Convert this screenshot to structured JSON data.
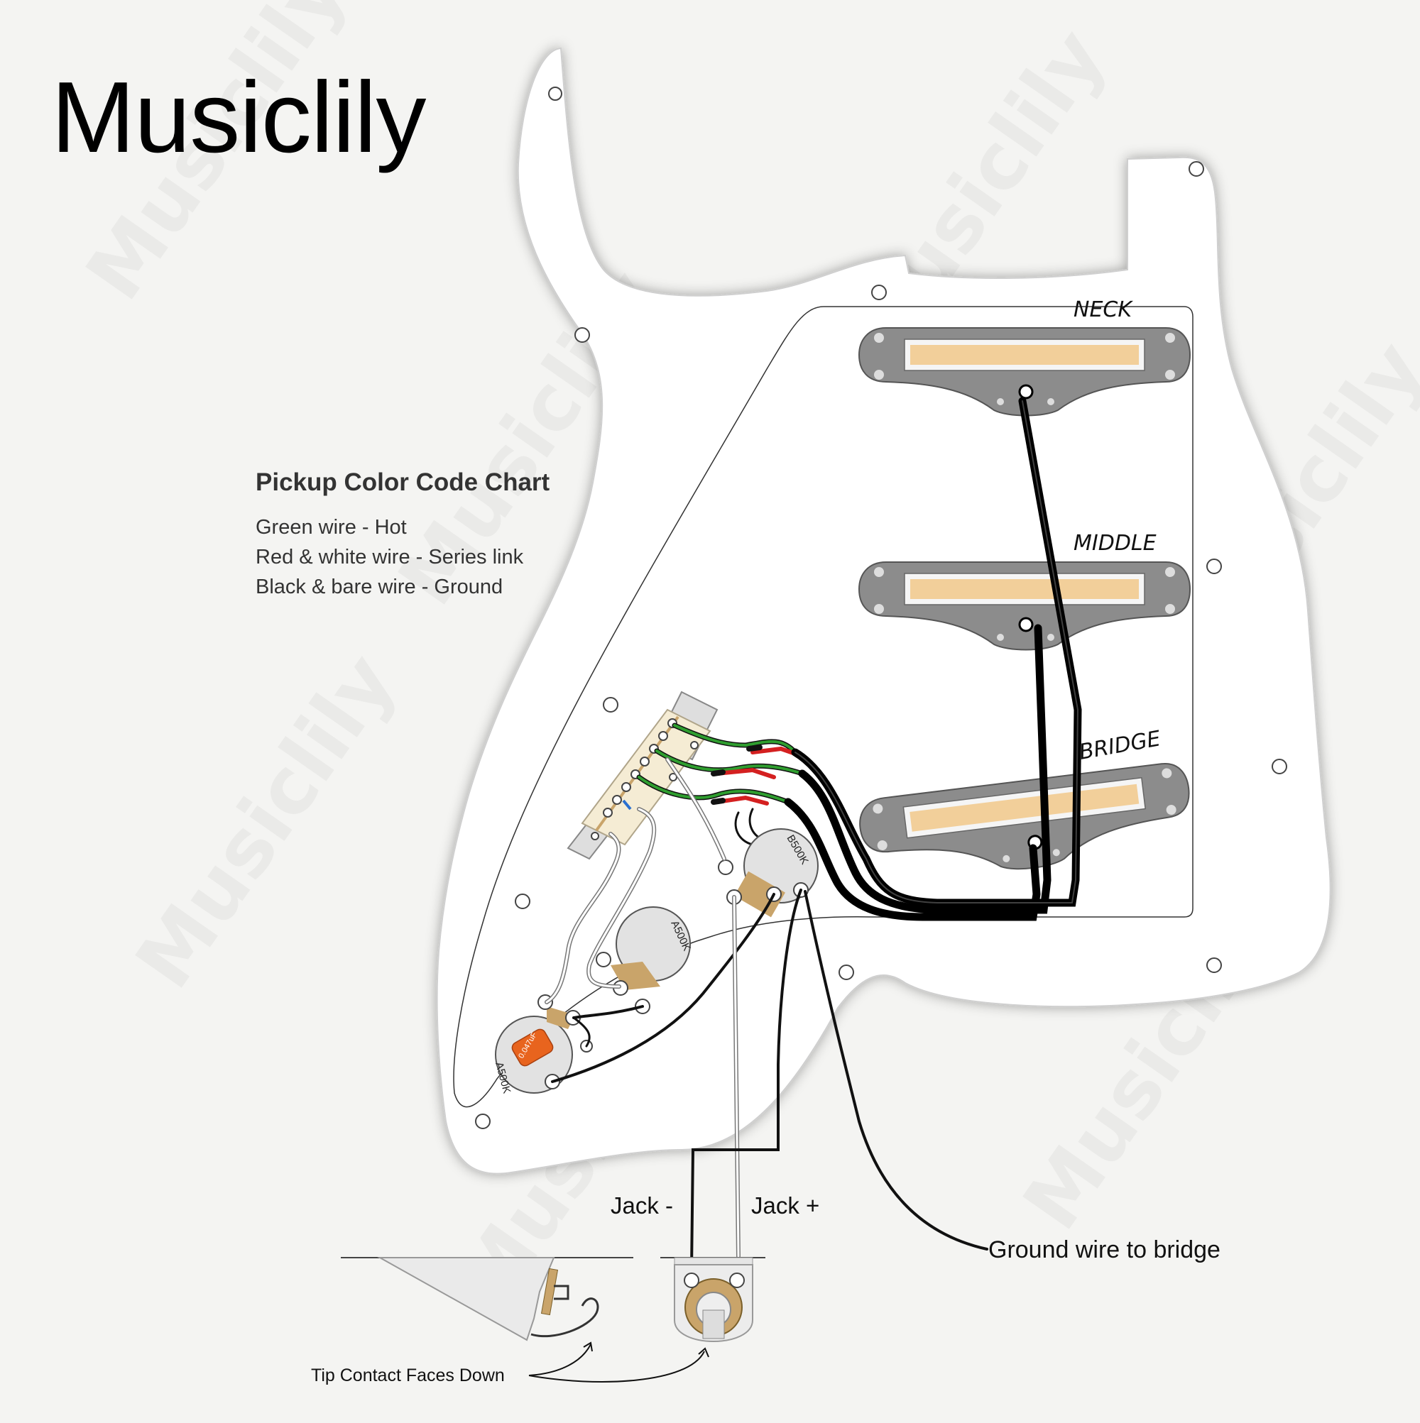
{
  "brand": "Musiclily",
  "legend": {
    "title": "Pickup Color Code Chart",
    "lines": [
      "Green wire - Hot",
      "Red & white wire - Series link",
      "Black & bare wire - Ground"
    ]
  },
  "pickups": {
    "neck": "NECK",
    "middle": "MIDDLE",
    "bridge": "BRIDGE"
  },
  "pots": {
    "volume": "B500K",
    "tone1": "A500K",
    "tone2": "A500K",
    "capacitor": "0.047uF"
  },
  "jack": {
    "minus": "Jack -",
    "plus": "Jack +"
  },
  "notes": {
    "ground_to_bridge": "Ground wire to bridge",
    "tip_contact": "Tip Contact Faces Down"
  },
  "watermark": "Musiclily",
  "colors": {
    "hot": "#2f9e2f",
    "series": "#d42020",
    "ground": "#111111",
    "bobbin": "#f2cf9a",
    "cover": "#8c8c8c",
    "pickguard": "#ffffff",
    "cap": "#e8641e",
    "lug": "#c9a46a"
  }
}
